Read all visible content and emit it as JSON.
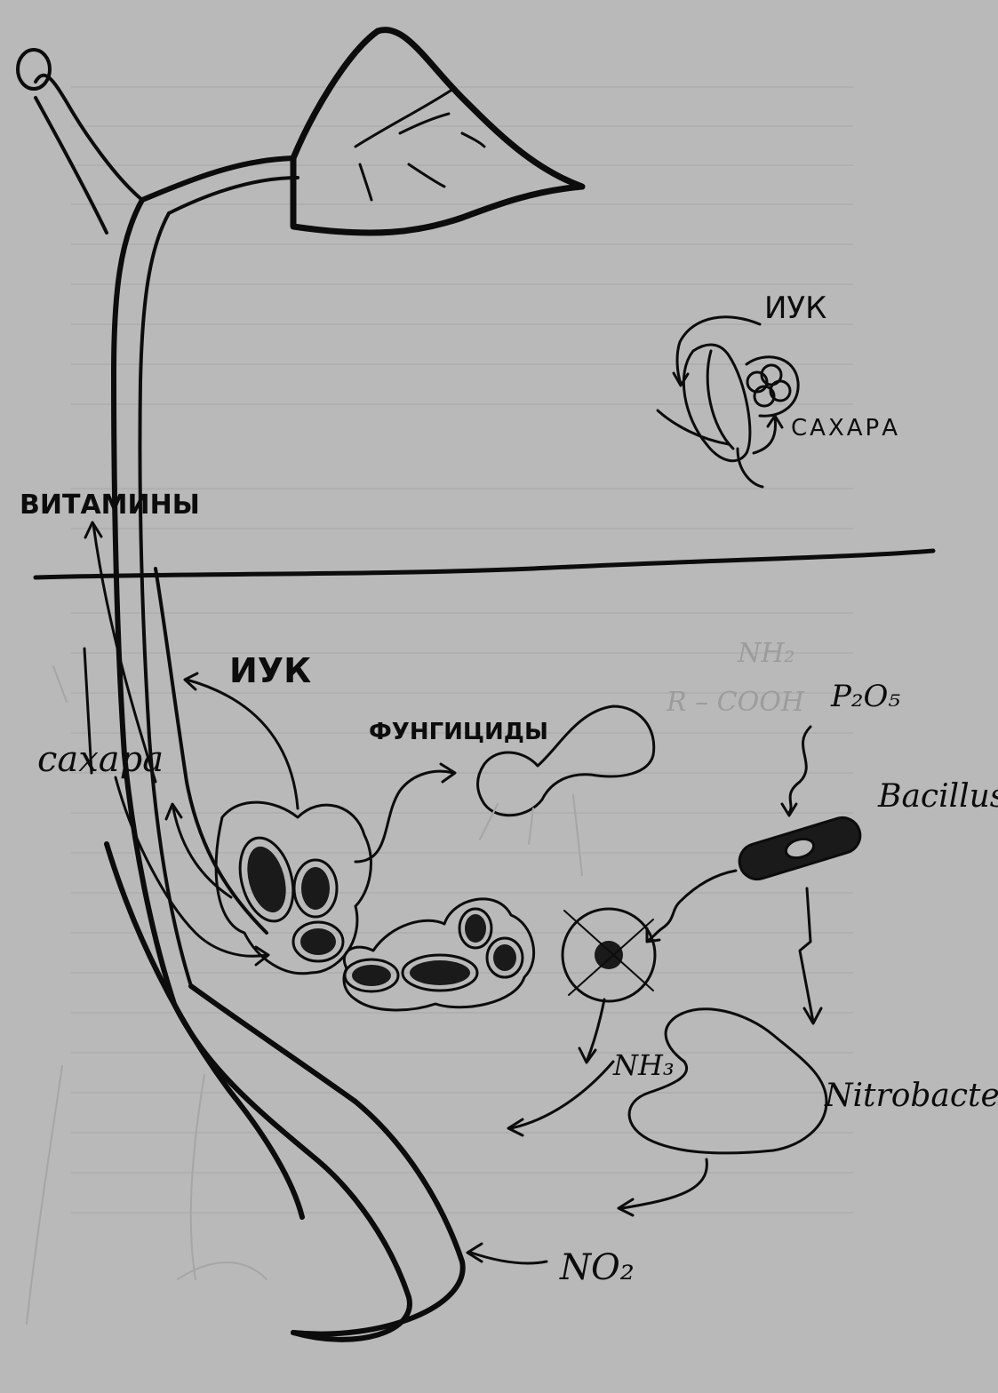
{
  "labels": {
    "iuk_top": "ИУК",
    "sahara_top": "САХАРА",
    "vitaminy": "ВИТАМИНЫ",
    "iuk_main": "ИУК",
    "fungitsidy": "ФУНГИЦИДЫ",
    "sahara_main": "сахара",
    "p2o5": "P₂O₅",
    "bacillus": "Bacillus",
    "nh3": "NH₃",
    "nitrobacter": "Nitrobacter",
    "no2": "NO₂"
  },
  "faint_labels": {
    "amino": "NH₂",
    "cooh": "R – COOH"
  },
  "colors": {
    "ink": "#0c0c0c",
    "paper": "#b9b9b9",
    "faint": "#a6a6a6"
  }
}
